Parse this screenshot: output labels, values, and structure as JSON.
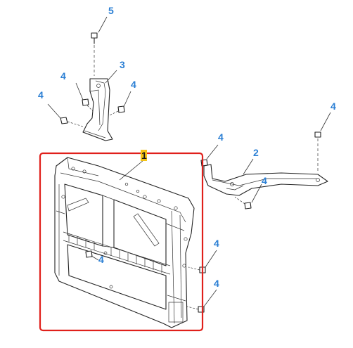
{
  "colors": {
    "callout": "#2b7fd4",
    "highlight_box": "#e0201b",
    "highlight_label_bg": "#f5c518",
    "line": "#222222"
  },
  "callouts": [
    {
      "id": "c5",
      "text": "5"
    },
    {
      "id": "c3",
      "text": "3"
    },
    {
      "id": "c4a",
      "text": "4"
    },
    {
      "id": "c4b",
      "text": "4"
    },
    {
      "id": "c4c",
      "text": "4"
    },
    {
      "id": "c4d",
      "text": "4"
    },
    {
      "id": "c4e",
      "text": "4"
    },
    {
      "id": "c2",
      "text": "2"
    },
    {
      "id": "c4f",
      "text": "4"
    },
    {
      "id": "c4g",
      "text": "4"
    },
    {
      "id": "c4h",
      "text": "4"
    },
    {
      "id": "c4i",
      "text": "4"
    }
  ],
  "highlight": {
    "label": "1"
  }
}
